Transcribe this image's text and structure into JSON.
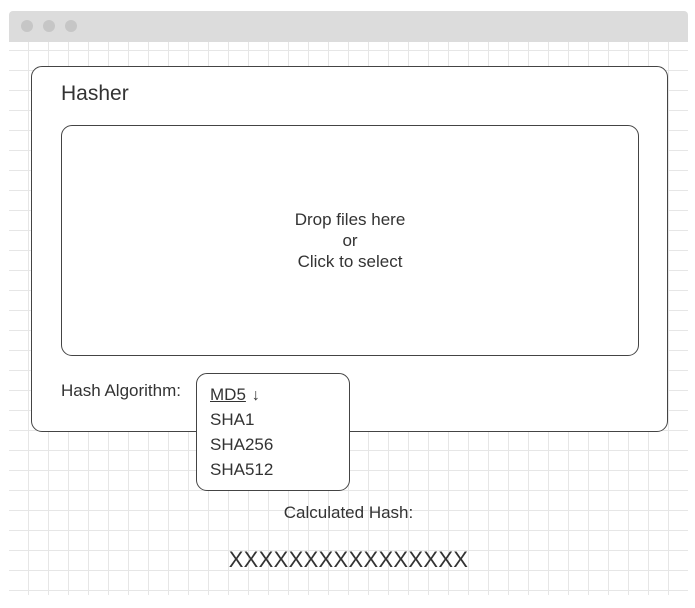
{
  "app": {
    "title": "Hasher"
  },
  "dropzone": {
    "line1": "Drop files here",
    "line2": "or",
    "line3": "Click to select"
  },
  "algorithm": {
    "label": "Hash Algorithm:",
    "selected": "MD5",
    "arrow": "↓",
    "options": [
      "SHA1",
      "SHA256",
      "SHA512"
    ]
  },
  "result": {
    "label": "Calculated Hash:",
    "value": "XXXXXXXXXXXXXXXX"
  },
  "colors": {
    "border": "#444444",
    "titlebar": "#dcdcdc",
    "grid": "#e6e6e6"
  }
}
